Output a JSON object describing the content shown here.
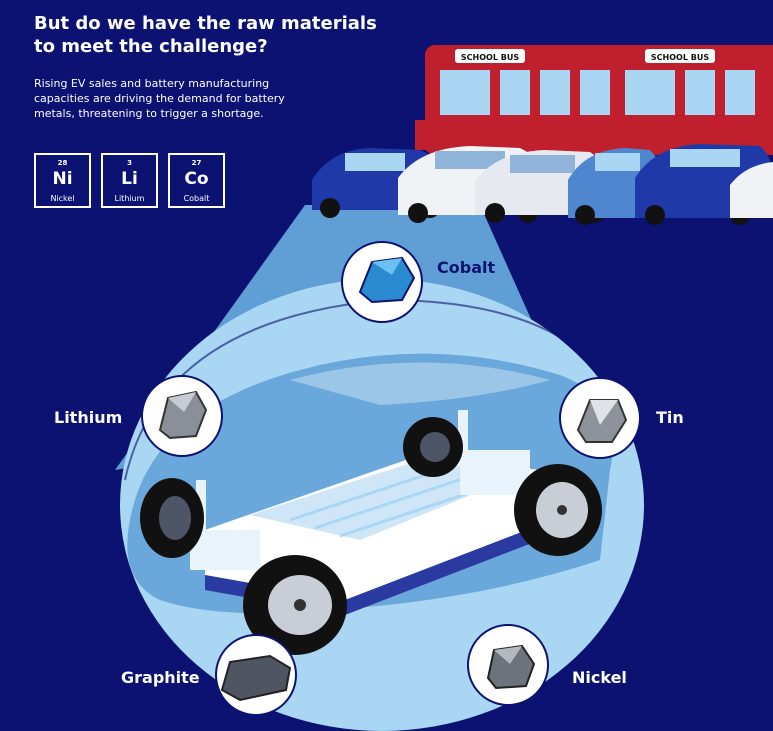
{
  "title_lines": [
    "But do we have the raw materials",
    "to meet the challenge?"
  ],
  "subtitle_lines": [
    "Rising EV sales and battery manufacturing",
    "capacities are driving the demand for battery",
    "metals, threatening to trigger a shortage."
  ],
  "elements": [
    {
      "number": "28",
      "symbol": "Ni",
      "name": "Nickel"
    },
    {
      "number": "3",
      "symbol": "Li",
      "name": "Lithium"
    },
    {
      "number": "27",
      "symbol": "Co",
      "name": "Cobalt"
    }
  ],
  "bus_sign": "SCHOOL BUS",
  "materials": {
    "cobalt": "Cobalt",
    "lithium": "Lithium",
    "tin": "Tin",
    "graphite": "Graphite",
    "nickel": "Nickel"
  },
  "colors": {
    "background": "#0b1272",
    "light_blue": "#a9d6f3",
    "mid_blue": "#5f9fd6",
    "bus_red": "#c0202d"
  }
}
